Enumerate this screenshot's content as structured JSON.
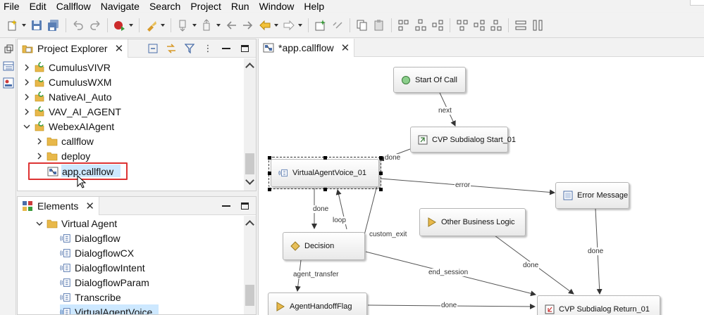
{
  "menu": [
    "File",
    "Edit",
    "Callflow",
    "Navigate",
    "Search",
    "Project",
    "Run",
    "Window",
    "Help"
  ],
  "project_explorer": {
    "title": "Project Explorer",
    "items": [
      {
        "label": "CumulusVIVR",
        "expanded": false
      },
      {
        "label": "CumulusWXM",
        "expanded": false
      },
      {
        "label": "NativeAI_Auto",
        "expanded": false
      },
      {
        "label": "VAV_AI_AGENT",
        "expanded": false
      },
      {
        "label": "WebexAIAgent",
        "expanded": true
      },
      {
        "label": "callflow",
        "expanded": false
      },
      {
        "label": "deploy",
        "expanded": false
      },
      {
        "label": "app.callflow",
        "selected": true
      }
    ]
  },
  "elements": {
    "title": "Elements",
    "items": [
      {
        "label": "Virtual Agent"
      },
      {
        "label": "Dialogflow"
      },
      {
        "label": "DialogflowCX"
      },
      {
        "label": "DialogflowIntent"
      },
      {
        "label": "DialogflowParam"
      },
      {
        "label": "Transcribe"
      },
      {
        "label": "VirtualAgentVoice",
        "selected": true
      }
    ]
  },
  "editor": {
    "tab": "*app.callflow",
    "nodes": [
      {
        "id": "start",
        "label": "Start Of Call"
      },
      {
        "id": "cvpstart",
        "label": "CVP Subdialog Start_01"
      },
      {
        "id": "vav",
        "label": "VirtualAgentVoice_01"
      },
      {
        "id": "err",
        "label": "Error Message"
      },
      {
        "id": "obl",
        "label": "Other Business Logic"
      },
      {
        "id": "dec",
        "label": "Decision"
      },
      {
        "id": "aflag",
        "label": "AgentHandoffFlag"
      },
      {
        "id": "ret",
        "label": "CVP Subdialog Return_01"
      }
    ],
    "edge_labels": {
      "next": "next",
      "done_vav": "done",
      "error": "error",
      "done_dec": "done",
      "loop": "loop",
      "custom_exit": "custom_exit",
      "done_err": "done",
      "done_obl": "done",
      "agent_transfer": "agent_transfer",
      "end_session": "end_session",
      "done_aflag": "done"
    }
  },
  "colors": {
    "selection_red": "#d33333",
    "selection_fill": "#cde8ff",
    "folder": "#e8b84a",
    "project_green": "#3a9a3a"
  }
}
